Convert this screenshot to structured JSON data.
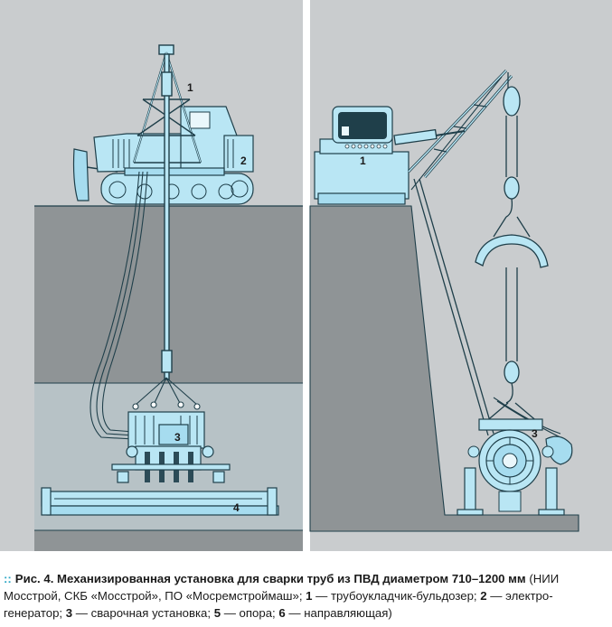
{
  "figure": {
    "left_panel_labels": [
      "1",
      "2",
      "3",
      "4"
    ],
    "right_panel_labels": [
      "1",
      "3"
    ]
  },
  "caption": {
    "fig_label": "Рис. 4.",
    "title": "Механизированная установка для сварки труб из ПВД диаметром 710–1200 мм",
    "org_text": " (НИИ Мосстрой, СКБ «Мосстрой», ПО «Мосремстроймаш»; ",
    "items": [
      {
        "num": "1",
        "text": " — трубоукладчик-бульдозер; "
      },
      {
        "num": "2",
        "text": " — электро-генератор; "
      },
      {
        "num": "3",
        "text": " — сварочная установка; "
      },
      {
        "num": "5",
        "text": " — опора; "
      },
      {
        "num": "6",
        "text": " — направляющая)"
      }
    ]
  },
  "colors": {
    "panel_background": "#c9ccce",
    "ground": "#8f9496",
    "trench_lower": "#b7c2c6",
    "machine": "#b9e6f4",
    "caption_dots": "#2ba6c4"
  }
}
